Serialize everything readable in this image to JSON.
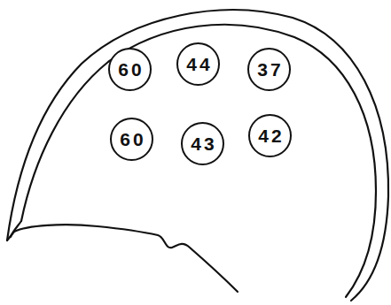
{
  "diagram": {
    "nodes": [
      {
        "text": [
          "60"
        ]
      },
      {
        "text": [
          "44"
        ]
      },
      {
        "text": [
          "37"
        ]
      },
      {
        "text": [
          "60"
        ]
      },
      {
        "text": [
          "43"
        ]
      },
      {
        "text": [
          "42"
        ]
      }
    ]
  }
}
